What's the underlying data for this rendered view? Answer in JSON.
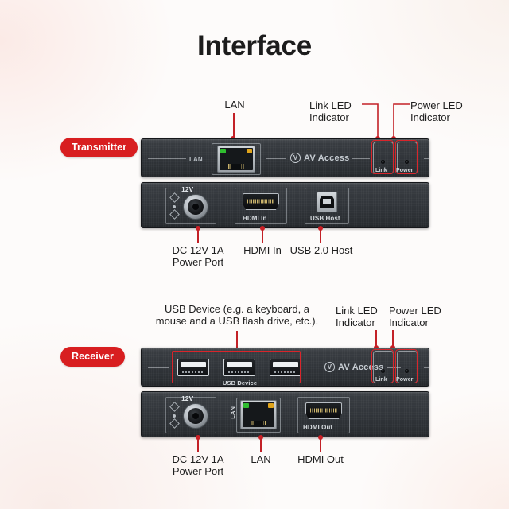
{
  "page": {
    "title": "Interface",
    "background_color": "#fdfbfa",
    "accent_color": "#d81e20",
    "leader_line_color": "#c32127"
  },
  "badges": {
    "transmitter": "Transmitter",
    "receiver": "Receiver"
  },
  "transmitter": {
    "front": {
      "logo_text": "AV Access",
      "logo_mark": "V",
      "lan_silk": "LAN",
      "link_silk": "Link",
      "power_silk": "Power"
    },
    "rear": {
      "dc_silk": "12V",
      "hdmi_silk": "HDMI In",
      "usb_silk": "USB Host"
    },
    "callouts_top": [
      {
        "label": "LAN"
      },
      {
        "label": "Link LED\nIndicator"
      },
      {
        "label": "Power LED\nIndicator"
      }
    ],
    "callouts_bottom": [
      {
        "label": "DC 12V 1A\nPower Port"
      },
      {
        "label": "HDMI In"
      },
      {
        "label": "USB 2.0 Host"
      }
    ]
  },
  "receiver": {
    "front": {
      "logo_text": "AV Access",
      "logo_mark": "V",
      "usb_silk": "USB Device",
      "link_silk": "Link",
      "power_silk": "Power"
    },
    "rear": {
      "dc_silk": "12V",
      "lan_silk": "LAN",
      "hdmi_silk": "HDMI Out"
    },
    "callouts_top": [
      {
        "label": "USB Device (e.g. a keyboard, a\nmouse and a USB flash drive, etc.)."
      },
      {
        "label": "Link LED\nIndicator"
      },
      {
        "label": "Power LED\nIndicator"
      }
    ],
    "callouts_bottom": [
      {
        "label": "DC 12V 1A\nPower Port"
      },
      {
        "label": "LAN"
      },
      {
        "label": "HDMI Out"
      }
    ]
  }
}
